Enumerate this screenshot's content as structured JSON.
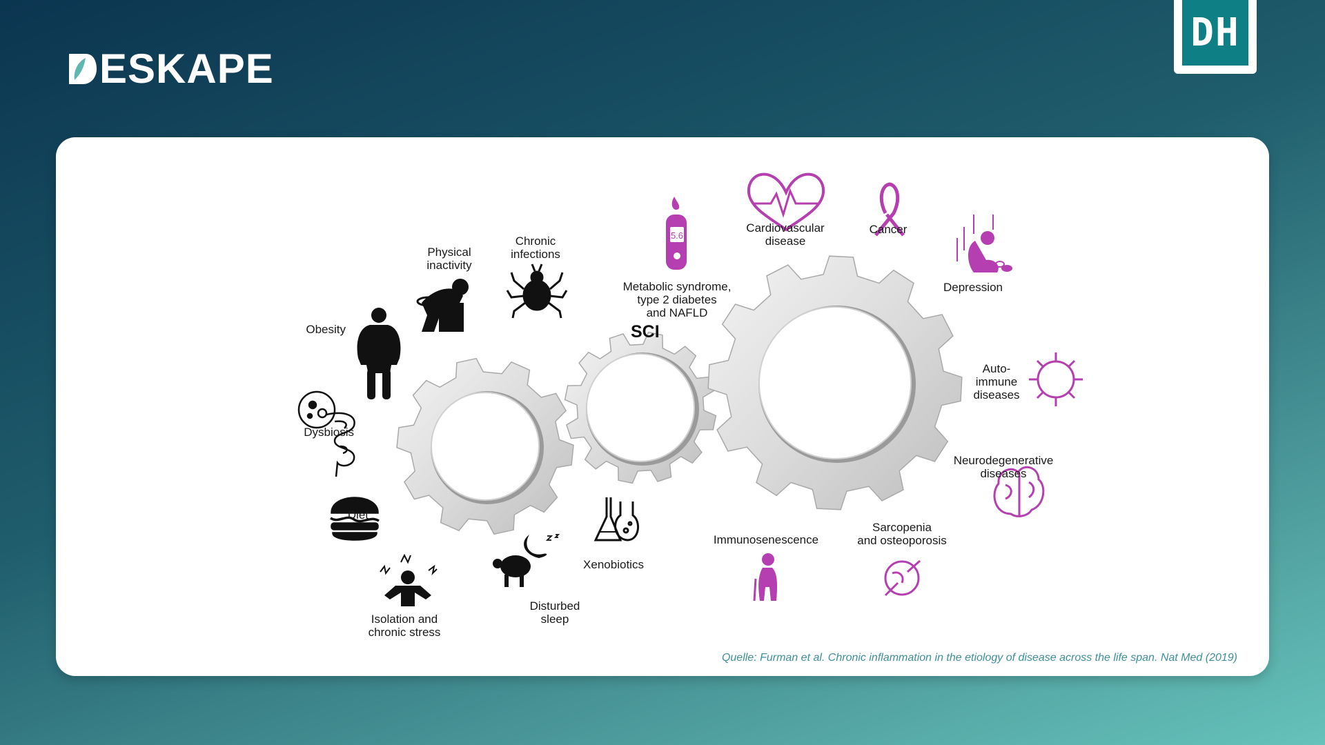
{
  "brand": {
    "name": "ESKAPE",
    "badge": "DH"
  },
  "diagram": {
    "center": "SCI",
    "causes": {
      "physical_inactivity": "Physical\ninactivity",
      "chronic_infections": "Chronic\ninfections",
      "obesity": "Obesity",
      "dysbiosis": "Dysbiosis",
      "diet": "Diet",
      "isolation": "Isolation and\nchronic stress",
      "sleep": "Disturbed\nsleep",
      "xenobiotics": "Xenobiotics"
    },
    "diseases": {
      "metabolic": "Metabolic syndrome,\ntype 2 diabetes\nand NAFLD",
      "cardiovascular": "Cardiovascular\ndisease",
      "cancer": "Cancer",
      "depression": "Depression",
      "autoimmune": "Auto-\nimmune\ndiseases",
      "neurodegenerative": "Neurodegenerative\ndiseases",
      "sarcopenia": "Sarcopenia\nand osteoporosis",
      "immunosenescence": "Immunosenescence"
    },
    "glucometer_value": "5.6",
    "source": "Quelle: Furman et al. Chronic inflammation in the etiology of disease across the life span. Nat Med (2019)"
  },
  "colors": {
    "background_top": "#0b3550",
    "background_bottom": "#66c2bb",
    "accent_teal": "#0e8085",
    "disease_magenta": "#b53fb0",
    "gear_gray": "#d4d4d4",
    "source_text": "#3e8f9a"
  },
  "icons": {
    "logo": "leaf-mark-icon",
    "obesity": "obese-person-icon",
    "physical_inactivity": "couch-person-icon",
    "chronic_infections": "tick-bug-icon",
    "dysbiosis": "microbe-intestine-icon",
    "diet": "burger-icon",
    "isolation": "stressed-person-icon",
    "sleep": "sheep-moon-icon",
    "xenobiotics": "flasks-icon",
    "metabolic": "glucometer-icon",
    "cardiovascular": "heart-pulse-icon",
    "cancer": "ribbon-icon",
    "depression": "sad-person-icon",
    "autoimmune": "antibody-ring-icon",
    "neurodegenerative": "brain-icon",
    "sarcopenia": "bone-joint-icon",
    "immunosenescence": "elderly-person-icon"
  }
}
